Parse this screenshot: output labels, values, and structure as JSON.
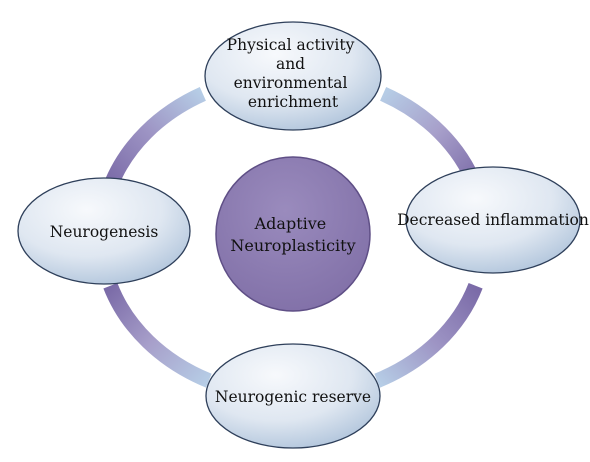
{
  "nodes": {
    "top": {
      "lines": [
        "Physical activity",
        "and",
        "environmental",
        "enrichment"
      ]
    },
    "right": {
      "lines": [
        "Decreased inflammation"
      ]
    },
    "bottom": {
      "lines": [
        "Neurogenic reserve"
      ]
    },
    "left": {
      "lines": [
        "Neurogenesis"
      ]
    }
  },
  "center": {
    "lines": [
      "Adaptive",
      "Neuroplasticity"
    ]
  },
  "colors": {
    "center_fill": "#8e7db1",
    "center_stroke": "#5f4f86",
    "node_fill_light": "#f4f7fb",
    "node_fill_dark": "#aec4dd",
    "node_stroke": "#2e3f5a",
    "ring_purple": "#7a6aa7",
    "ring_blue": "#b6cde6"
  }
}
